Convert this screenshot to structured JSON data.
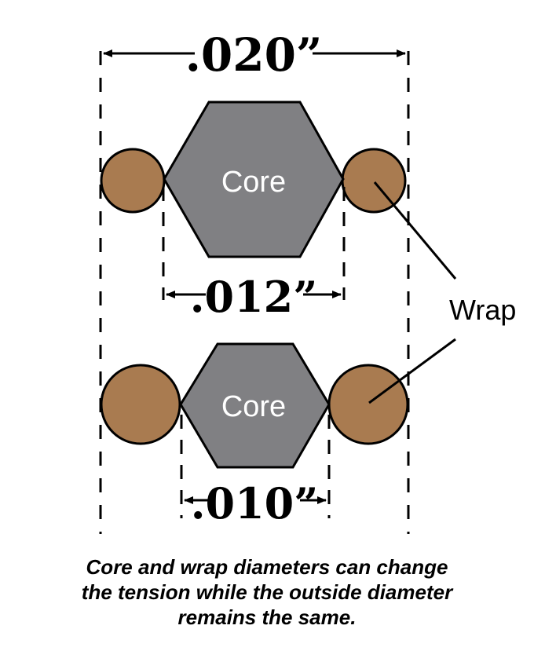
{
  "dimensions": {
    "outer": ".020”",
    "top_core": ".012”",
    "bottom_core": ".010”"
  },
  "labels": {
    "core_top": "Core",
    "core_bottom": "Core",
    "wrap": "Wrap"
  },
  "caption": {
    "line1": "Core and wrap diameters can change",
    "line2": "the tension while the outside diameter",
    "line3": "remains the same."
  },
  "colors": {
    "core_fill": "#808083",
    "wrap_fill": "#a97b50",
    "stroke": "#000000"
  }
}
